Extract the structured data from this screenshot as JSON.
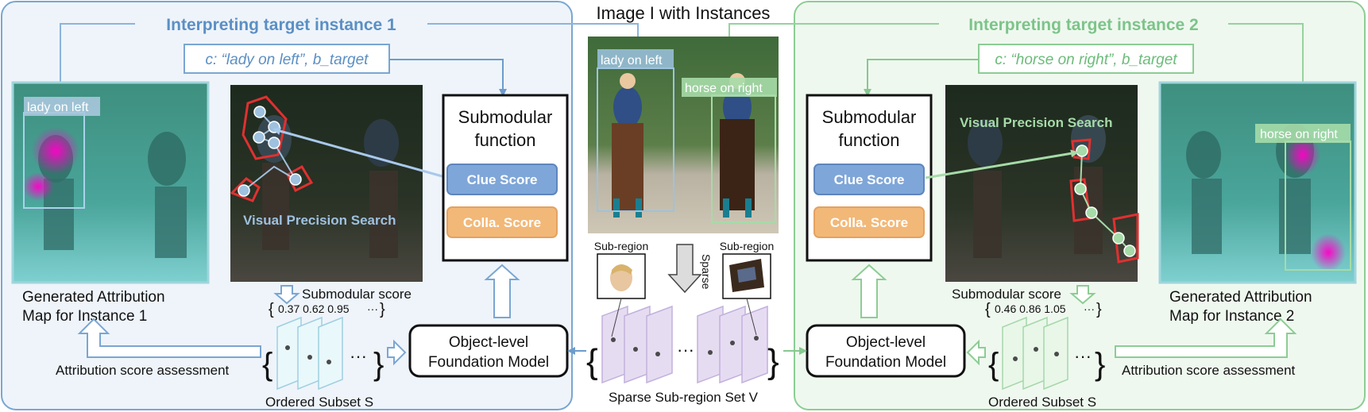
{
  "center": {
    "title": "Image I with Instances",
    "label_left_box": "lady on left",
    "label_right_box": "horse on right",
    "subregion_left": "Sub-region",
    "subregion_right": "Sub-region",
    "sparse": "Sparse",
    "set_caption": "Sparse Sub-region Set V"
  },
  "left_panel": {
    "title": "Interpreting target instance 1",
    "condition": "c: “lady on left”, b_target",
    "map_box_label": "lady on left",
    "vps_label": "Visual Precision Search",
    "submodular_title_line1": "Submodular",
    "submodular_title_line2": "function",
    "clue_score": "Clue Score",
    "colla_score": "Colla. Score",
    "submodular_score": "Submodular score",
    "scores": "0.37 0.62 0.95",
    "ellipsis": "···",
    "generated_line1": "Generated Attribution",
    "generated_line2": "Map for Instance 1",
    "assessment": "Attribution score assessment",
    "ordered_subset": "Ordered Subset S",
    "model_line1": "Object-level",
    "model_line2": "Foundation Model"
  },
  "right_panel": {
    "title": "Interpreting target instance 2",
    "condition": "c: “horse on right”, b_target",
    "map_box_label": "horse on right",
    "vps_label": "Visual Precision Search",
    "submodular_title_line1": "Submodular",
    "submodular_title_line2": "function",
    "clue_score": "Clue Score",
    "colla_score": "Colla. Score",
    "submodular_score": "Submodular score",
    "scores": "0.46 0.86 1.05",
    "ellipsis": "···",
    "generated_line1": "Generated Attribution",
    "generated_line2": "Map for Instance 2",
    "assessment": "Attribution score assessment",
    "ordered_subset": "Ordered Subset S",
    "model_line1": "Object-level",
    "model_line2": "Foundation Model"
  },
  "colors": {
    "blue_accent": "#5b8fc4",
    "blue_panel": "#eef4fa",
    "green_accent": "#7cc48a",
    "green_panel": "#eff8ef",
    "clue_fill": "#7fa6d8",
    "colla_fill": "#f2b878",
    "subregion_fill": "#e6dcf2"
  }
}
